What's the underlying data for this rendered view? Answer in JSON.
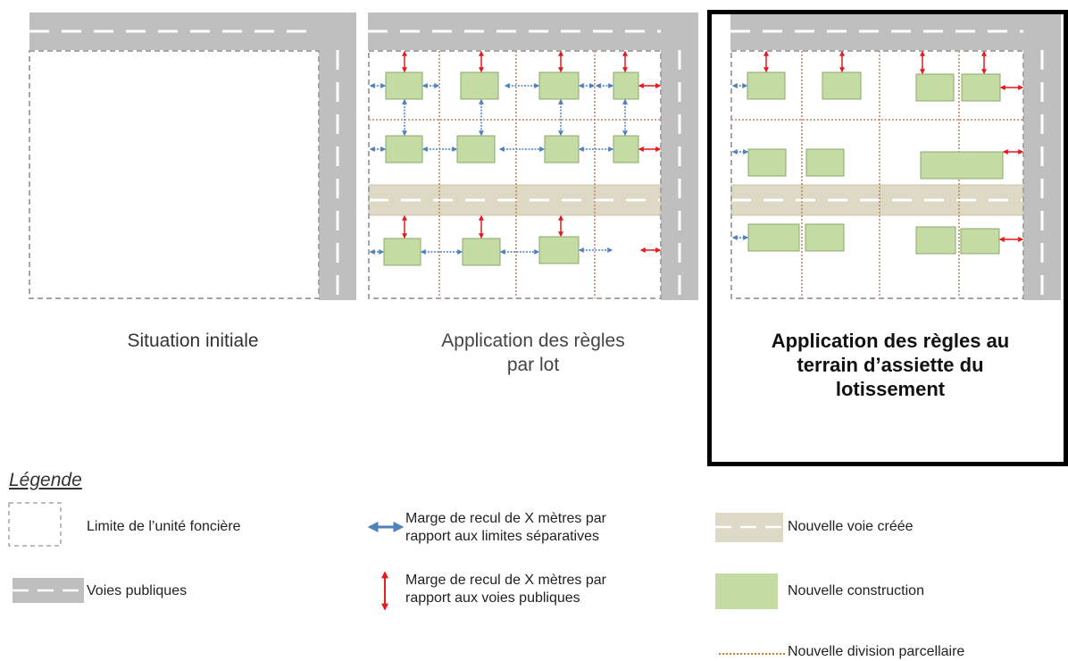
{
  "captions": {
    "initial": "Situation initiale",
    "par_lot": [
      "Application des règles",
      "par lot"
    ],
    "terrain": [
      "Application des règles au",
      "terrain d’assiette du",
      "lotissement"
    ]
  },
  "legend": {
    "title": "Légende",
    "limite": "Limite de l’unité foncière",
    "voies_publiques": "Voies publiques",
    "marge_separatives": [
      "Marge de recul de X mètres par",
      "rapport aux limites séparatives"
    ],
    "marge_voies": [
      "Marge de recul de X mètres par",
      "rapport aux voies publiques"
    ],
    "nouvelle_voie": "Nouvelle voie créée",
    "nouvelle_construction": "Nouvelle construction",
    "nouvelle_division": "Nouvelle division parcellaire"
  },
  "colors": {
    "road": "#bfbfbf",
    "new_road": "#ddd9c4",
    "building_fill": "#c4dca4",
    "building_stroke": "#8aa86a",
    "blue_arrow": "#4f81bd",
    "red_arrow": "#e41a1c",
    "parcel_line": "#c0704a",
    "boundary": "#a6a6a6"
  }
}
